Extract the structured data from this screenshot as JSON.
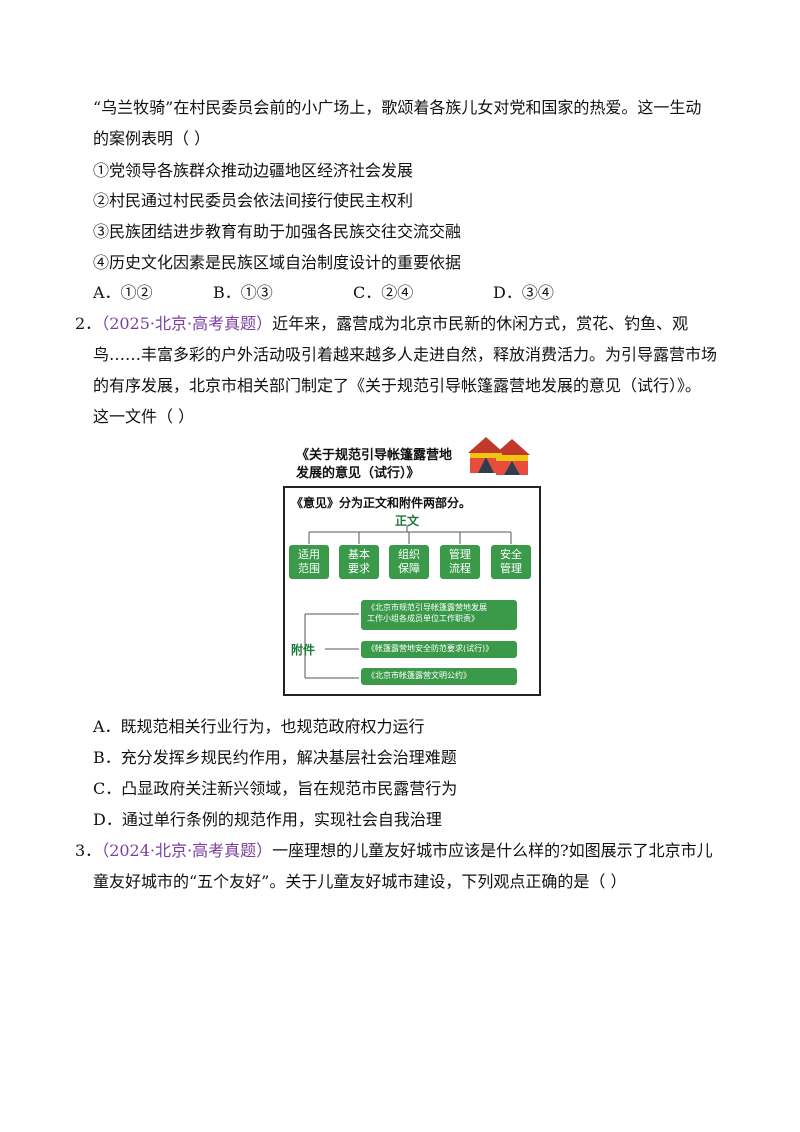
{
  "q1_tail": {
    "line1": "“乌兰牧骑”在村民委员会前的小广场上，歌颂着各族儿女对党和国家的热爱。这一生动",
    "line2": "的案例表明（ ）",
    "items": [
      "①党领导各族群众推动边疆地区经济社会发展",
      "②村民通过村民委员会依法间接行使民主权利",
      "③民族团结进步教育有助于加强各民族交往交流交融",
      "④历史文化因素是民族区域自治制度设计的重要依据"
    ],
    "options": [
      "A．①②",
      "B．①③",
      "C．②④",
      "D．③④"
    ]
  },
  "q2": {
    "num": "2．",
    "source": "（2025·北京·高考真题）",
    "line1_rest": "近年来，露营成为北京市民新的休闲方式，赏花、钓鱼、观",
    "line2": "鸟……丰富多彩的户外活动吸引着越来越多人走进自然，释放消费活力。为引导露营市场",
    "line3": "的有序发展，北京市相关部门制定了《关于规范引导帐篷露营地发展的意见（试行）》。",
    "line4": "这一文件（ ）",
    "figure": {
      "title_line1": "《关于规范引导帐篷露营地",
      "title_line2": "发展的意见（试行）》",
      "header": "《意见》分为正文和附件两部分。",
      "main_label": "正文",
      "main_items": [
        "适用\n范围",
        "基本\n要求",
        "组织\n保障",
        "管理\n流程",
        "安全\n管理"
      ],
      "appendix_label": "附件",
      "appendix_items": [
        "《北京市规范引导帐篷露营地发展\n工作小组各成员单位工作职责》",
        "《帐篷露营地安全防范要求(试行)》",
        "《北京市帐篷露营文明公约》"
      ]
    },
    "options": [
      "A．既规范相关行业行为，也规范政府权力运行",
      "B．充分发挥乡规民约作用，解决基层社会治理难题",
      "C．凸显政府关注新兴领域，旨在规范市民露营行为",
      "D．通过单行条例的规范作用，实现社会自我治理"
    ]
  },
  "q3": {
    "num": "3．",
    "source": "（2024·北京·高考真题）",
    "line1_rest": "一座理想的儿童友好城市应该是什么样的?如图展示了北京市儿",
    "line2": "童友好城市的“五个友好”。关于儿童友好城市建设，下列观点正确的是（ ）"
  }
}
